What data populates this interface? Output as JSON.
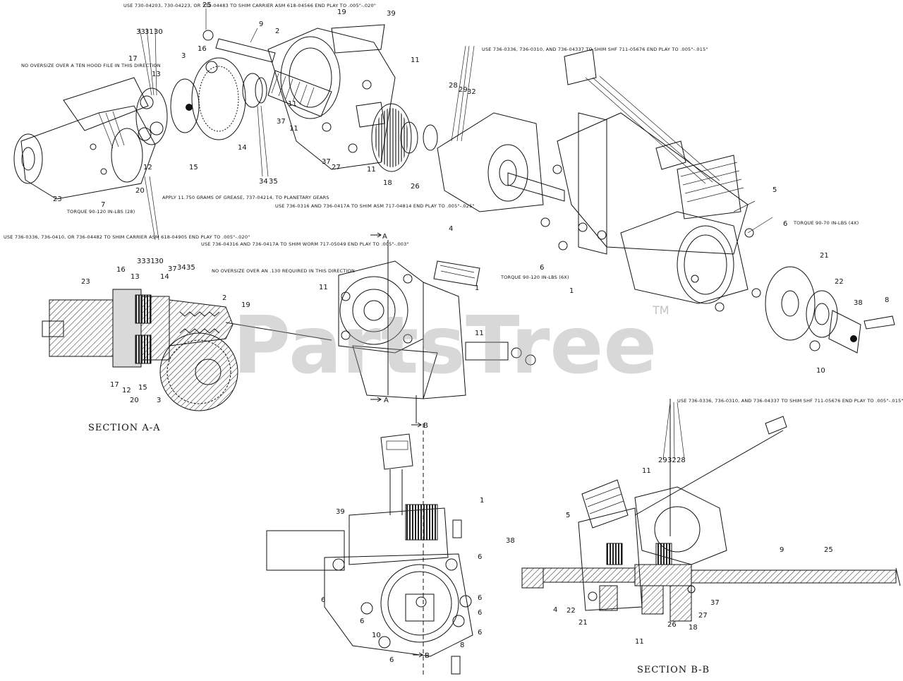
{
  "watermark": {
    "text": "PartsTree",
    "trademark": "TM"
  },
  "sections": {
    "a": "SECTION A-A",
    "b": "SECTION B-B",
    "marker_a_top": "A",
    "marker_a_bottom": "A",
    "marker_b_top": "B",
    "marker_b_bottom": "B"
  },
  "notes": {
    "carrier_shim": "USE 730-04203, 730-04223, OR 730-04483 TO SHIM CARRIER ASM 618-04566 END PLAY TO .005\"-.020\"",
    "no_oversize": "NO OVERSIZE OVER A TEN HOOD FILE IN THIS DIRECTION",
    "grease": "APPLY 11.750 GRAMS OF GREASE, 737-04214, TO PLANETARY GEARS",
    "torque_28": "TORQUE 90-120 IN-LBS (28)",
    "shim_upper_right": "USE 736-0336, 736-0310, AND 736-04337 TO SHIM SHF 711-05676 END PLAY TO .005\"-.015\"",
    "shim_34_35": "USE 736-0316 AND 736-0417A TO SHIM ASM 717-04814 END PLAY TO .005\"-.025\"",
    "torque_6": "TORQUE 90-70 IN-LBS (4X)",
    "torque_bottom": "TORQUE 90-120 IN-LBS (6X)",
    "carrier_shim_b": "USE 736-0336, 736-0410, OR 736-04482 TO SHIM CARRIER ASM 618-04905 END PLAY TO .005\"-.020\"",
    "shim_worm": "USE 736-04316 AND 736-0417A TO SHIM WORM 717-05049 END PLAY TO .005\"-.003\"",
    "no_oversize_b": "NO OVERSIZE OVER AN .130 REQUIRED IN THIS DIRECTION",
    "shim_section_b": "USE 736-0336, 736-0310, AND 736-04337 TO SHIM SHF 711-05676 END PLAY TO .005\"-.015\""
  },
  "labels": {
    "exploded": [
      "25",
      "19",
      "39",
      "9",
      "2",
      "3",
      "33",
      "31",
      "30",
      "17",
      "16",
      "13",
      "14",
      "37",
      "11",
      "11",
      "12",
      "15",
      "20",
      "23",
      "7",
      "37",
      "27",
      "11",
      "18",
      "26",
      "28",
      "29",
      "32",
      "34",
      "35",
      "11",
      "4",
      "5",
      "6",
      "6",
      "21",
      "22",
      "38",
      "8",
      "10",
      "1"
    ],
    "section_a": [
      "23",
      "16",
      "13",
      "33",
      "31",
      "30",
      "14",
      "37",
      "34",
      "35",
      "2",
      "19",
      "17",
      "12",
      "15",
      "20",
      "3"
    ],
    "center": [
      "11",
      "11",
      "1"
    ],
    "bottom_center": [
      "39",
      "6",
      "6",
      "6",
      "6",
      "6",
      "6",
      "10",
      "8",
      "6",
      "1"
    ],
    "section_b": [
      "11",
      "29",
      "32",
      "28",
      "5",
      "38",
      "9",
      "25",
      "4",
      "22",
      "21",
      "26",
      "27",
      "18",
      "37",
      "11"
    ]
  }
}
